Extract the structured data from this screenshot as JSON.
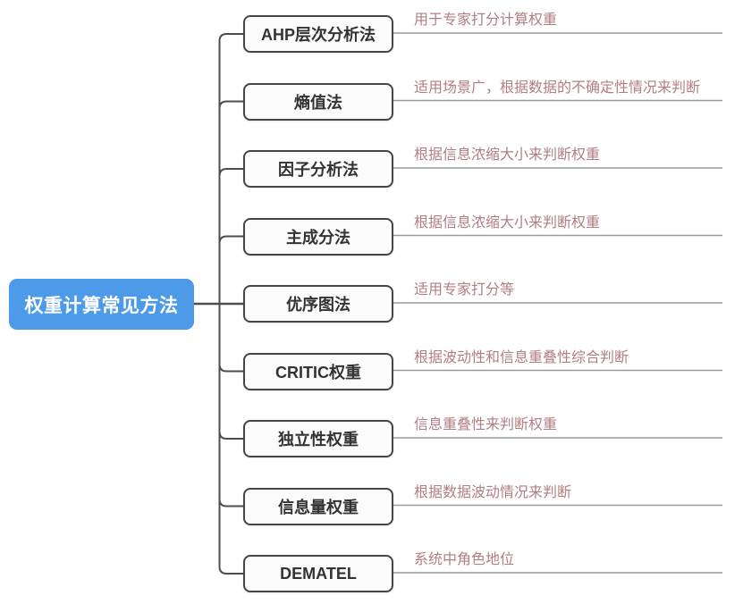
{
  "root": {
    "label": "权重计算常见方法"
  },
  "branches": [
    {
      "label": "AHP层次分析法",
      "note": "用于专家打分计算权重"
    },
    {
      "label": "熵值法",
      "note": "适用场景广，根据数据的不确定性情况来判断"
    },
    {
      "label": "因子分析法",
      "note": "根据信息浓缩大小来判断权重"
    },
    {
      "label": "主成分法",
      "note": "根据信息浓缩大小来判断权重"
    },
    {
      "label": "优序图法",
      "note": "适用专家打分等"
    },
    {
      "label": "CRITIC权重",
      "note": "根据波动性和信息重叠性综合判断"
    },
    {
      "label": "独立性权重",
      "note": "信息重叠性来判断权重"
    },
    {
      "label": "信息量权重",
      "note": "根据数据波动情况来判断"
    },
    {
      "label": "DEMATEL",
      "note": "系统中角色地位"
    }
  ],
  "colors": {
    "root_bg": "#4d9ae8",
    "root_text": "#ffffff",
    "branch_border": "#454545",
    "branch_bg": "#fbfbfb",
    "branch_text": "#333333",
    "note_text": "#b17e81",
    "note_line": "#9a9a9a",
    "connector": "#4d4d4d"
  }
}
